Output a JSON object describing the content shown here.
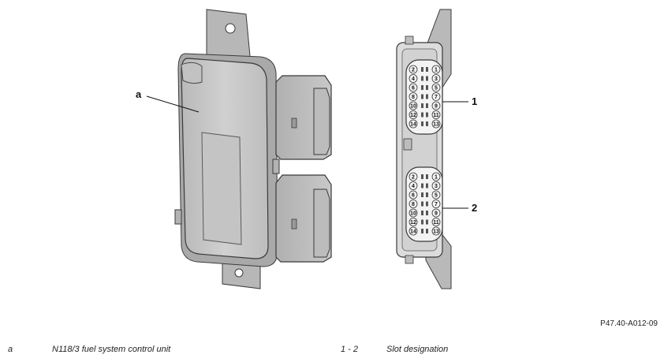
{
  "figure": {
    "id": "P47.40-A012-09",
    "callouts": {
      "a": "a",
      "one": "1",
      "two": "2"
    },
    "pins": [
      "1",
      "2",
      "3",
      "4",
      "5",
      "6",
      "7",
      "8",
      "9",
      "10",
      "11",
      "12",
      "13",
      "14"
    ],
    "colors": {
      "body": "#c9c9c9",
      "body_dark": "#a8a8a8",
      "outline": "#3a3a3a",
      "bracket": "#b4b4b4",
      "pin_face": "#f4f4f4"
    }
  },
  "legend": [
    {
      "key": "a",
      "text": "N118/3 fuel system control unit"
    },
    {
      "key": "1 - 2",
      "text": "Slot designation"
    }
  ]
}
